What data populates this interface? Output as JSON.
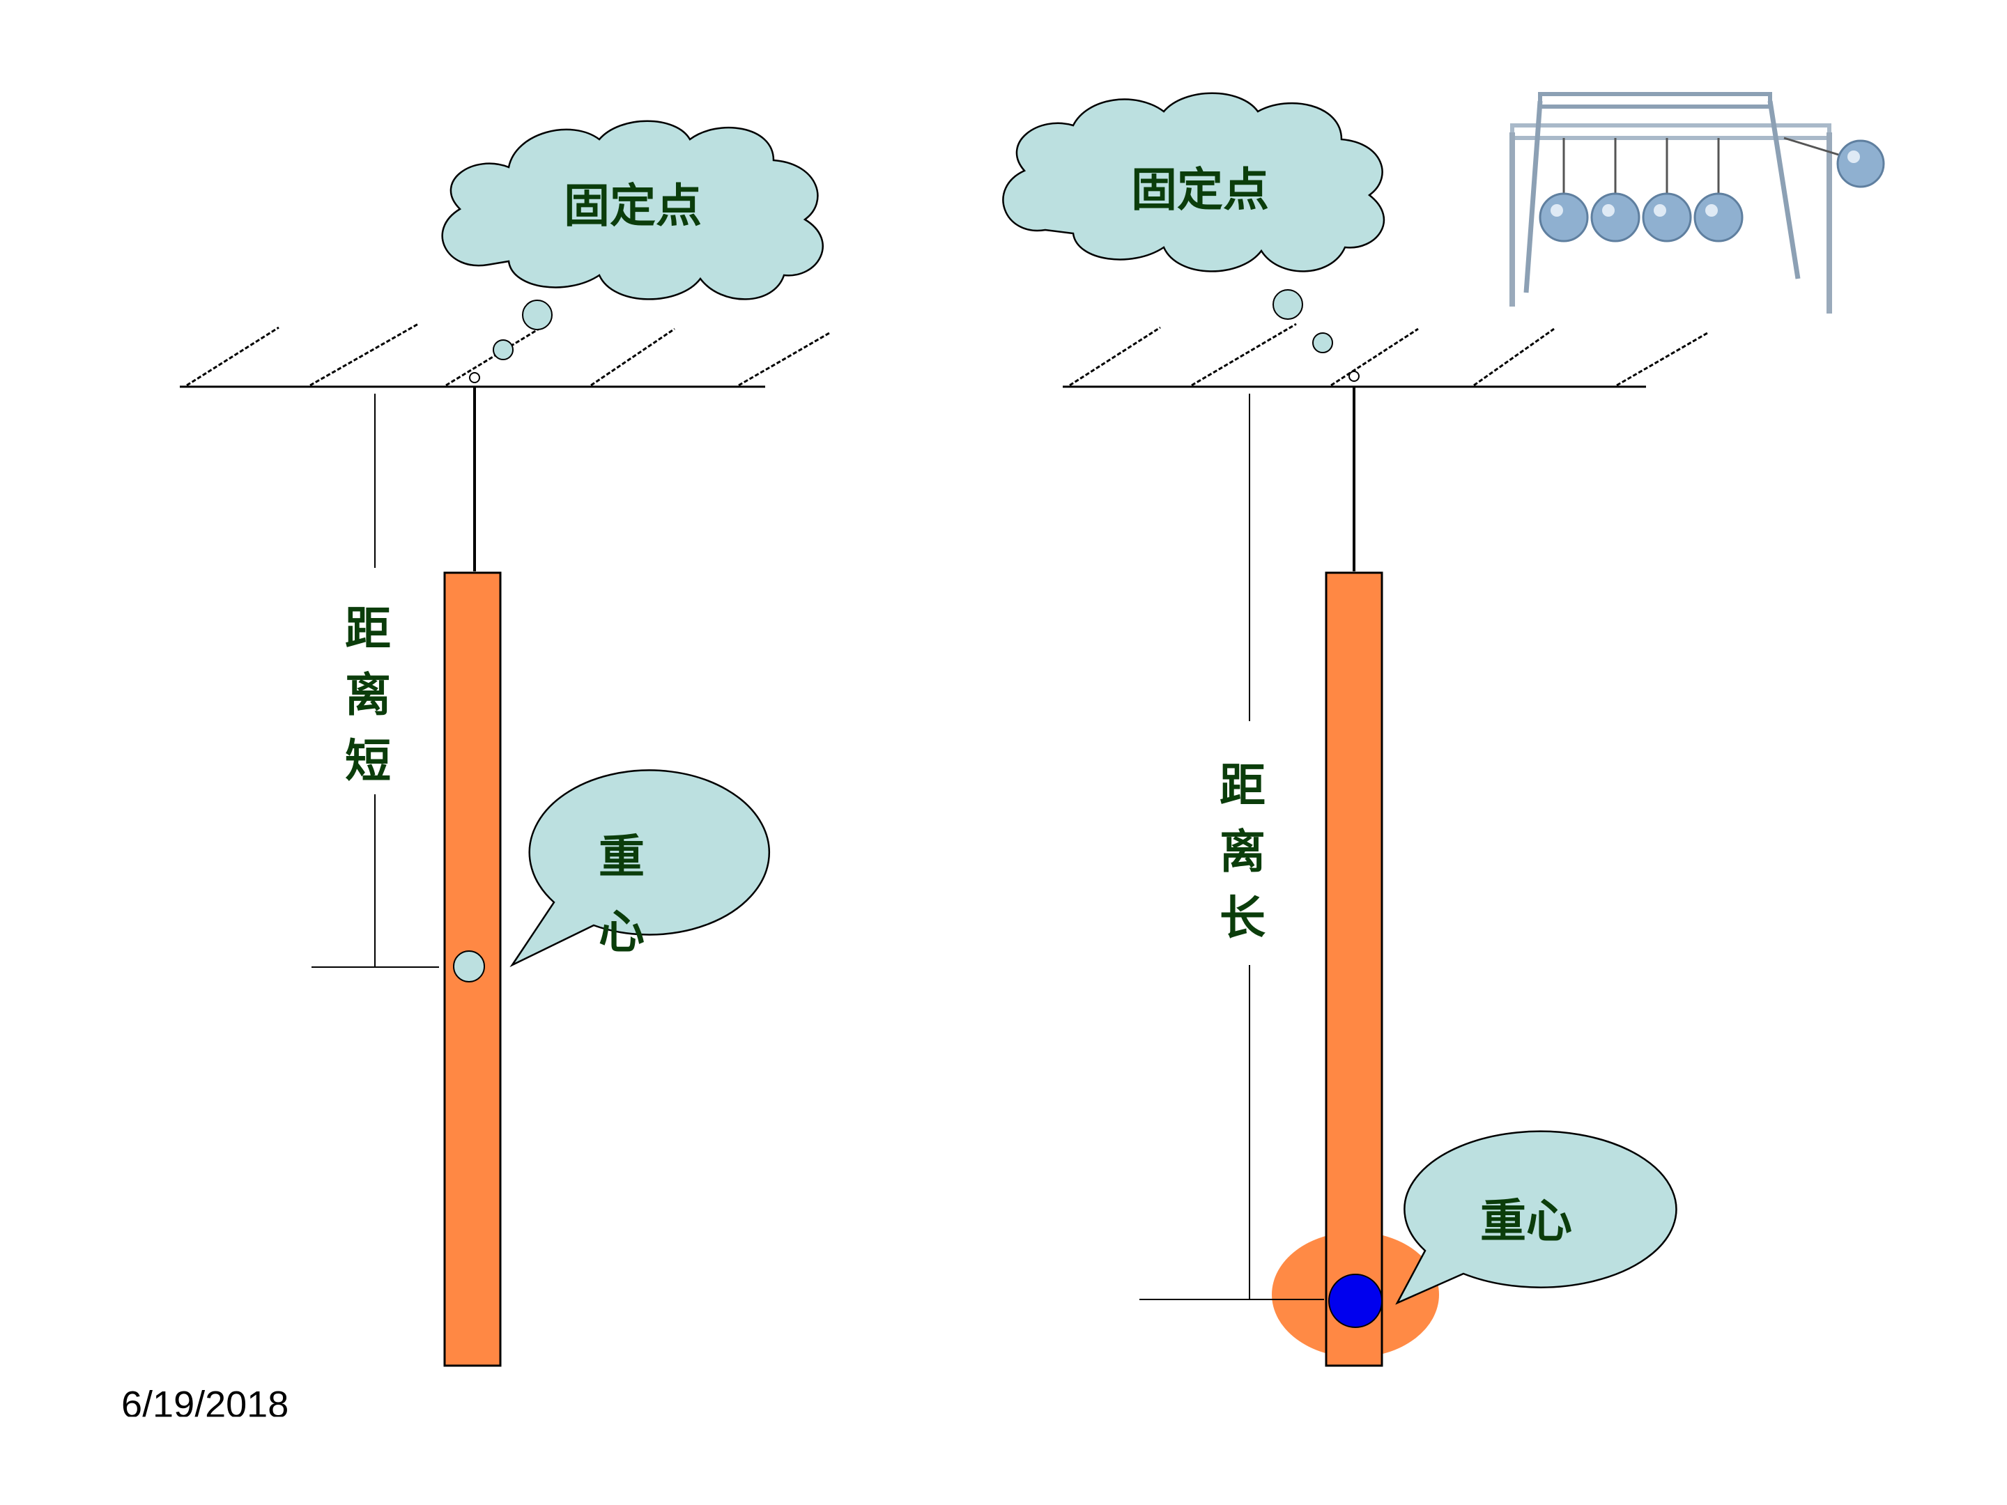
{
  "left_diagram": {
    "cloud_label": "固定点",
    "distance_label": [
      "距",
      "离",
      "短"
    ],
    "bubble_label": [
      "重",
      "心"
    ]
  },
  "right_diagram": {
    "cloud_label": "固定点",
    "distance_label": [
      "距",
      "离",
      "长"
    ],
    "bubble_label": "重心"
  },
  "colors": {
    "bar": "#ff8844",
    "bubble": "#bce0e0",
    "label": "#0b3d0b",
    "center_dot_right": "#0000ee",
    "glow": "#ff8a45"
  },
  "footer": {
    "date": "6/19/2018"
  }
}
